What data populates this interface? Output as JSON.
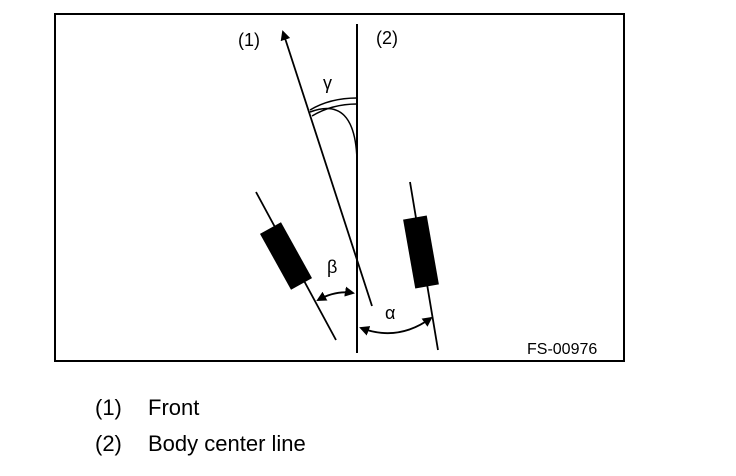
{
  "diagram": {
    "labels": {
      "front_marker": "(1)",
      "center_marker": "(2)",
      "gamma": "γ",
      "beta": "β",
      "alpha": "α",
      "figure_code": "FS-00976"
    }
  },
  "legend": {
    "items": [
      {
        "number": "(1)",
        "text": "Front"
      },
      {
        "number": "(2)",
        "text": "Body center line"
      }
    ]
  }
}
